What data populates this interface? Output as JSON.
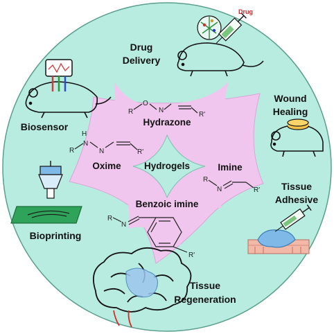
{
  "center_label": "Hydrogels",
  "chemistries": {
    "hydrazone": "Hydrazone",
    "oxime": "Oxime",
    "imine": "Imine",
    "benzoic_imine": "Benzoic imine"
  },
  "applications": {
    "drug_delivery": [
      "Drug",
      "Delivery"
    ],
    "wound_healing": [
      "Wound",
      "Healing"
    ],
    "biosensor": "Biosensor",
    "tissue_adhesive": [
      "Tissue",
      "Adhesive"
    ],
    "bioprinting": "Bioprinting",
    "tissue_regeneration": [
      "Tissue",
      "Regeneration"
    ],
    "drug_tag": "Drug"
  },
  "atoms": {
    "R": "R",
    "Rp": "R'",
    "N": "N",
    "O": "O",
    "H": "H"
  },
  "colors": {
    "outer_circle": "#b8ece0",
    "star": "#f1c6ee",
    "center_diamond": "#b8ece0",
    "drug_tag": "#e02020"
  }
}
